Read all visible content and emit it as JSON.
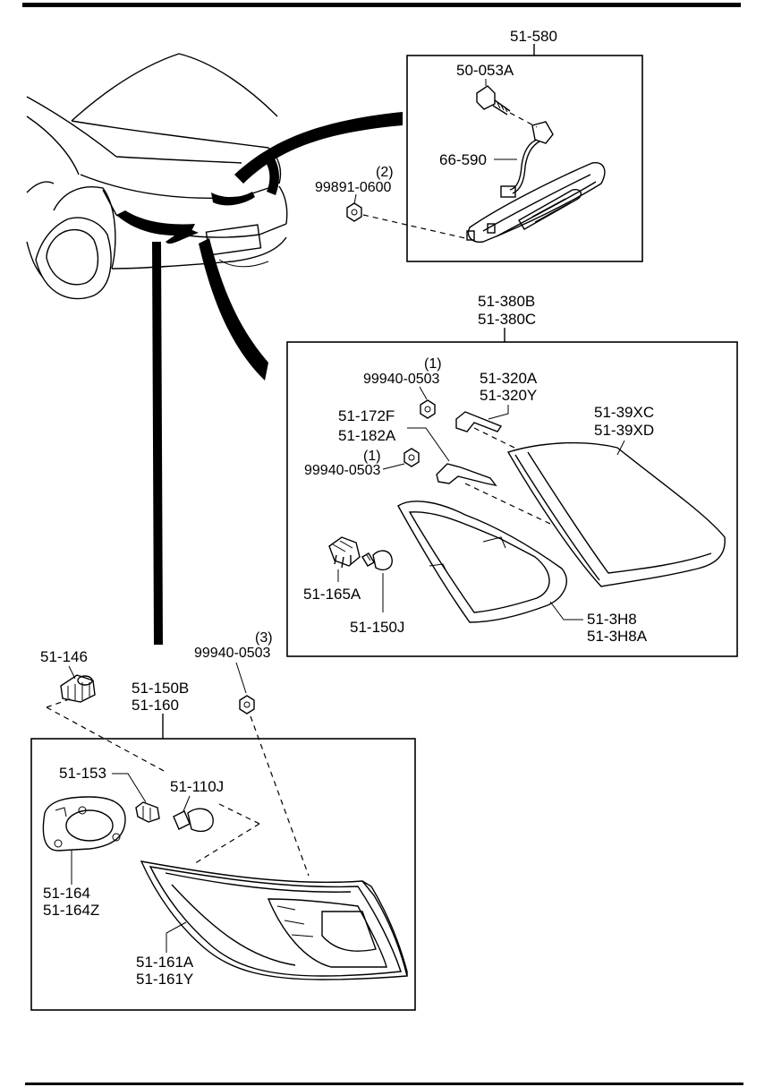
{
  "labels": {
    "p51_580": "51-580",
    "p50_053a": "50-053A",
    "p66_590": "66-590",
    "p99891_qty": "(2)",
    "p99891": "99891-0600",
    "p51_380b": "51-380B",
    "p51_380c": "51-380C",
    "p99940_qty_a": "(1)",
    "p99940_a": "99940-0503",
    "p51_320a": "51-320A",
    "p51_320y": "51-320Y",
    "p51_172f": "51-172F",
    "p51_182a": "51-182A",
    "p99940_qty_b": "(1)",
    "p99940_b": "99940-0503",
    "p51_39xc": "51-39XC",
    "p51_39xd": "51-39XD",
    "p51_165a": "51-165A",
    "p51_150j": "51-150J",
    "p51_3h8": "51-3H8",
    "p51_3h8a": "51-3H8A",
    "p51_146": "51-146",
    "p99940_qty_c": "(3)",
    "p99940_c": "99940-0503",
    "p51_150b": "51-150B",
    "p51_160": "51-160",
    "p51_153": "51-153",
    "p51_110j": "51-110J",
    "p51_164": "51-164",
    "p51_164z": "51-164Z",
    "p51_161a": "51-161A",
    "p51_161y": "51-161Y"
  }
}
